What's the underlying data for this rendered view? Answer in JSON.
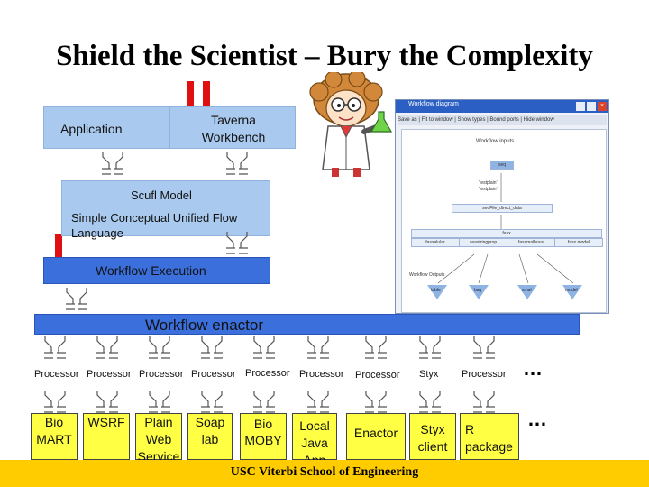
{
  "title": "Shield the Scientist – Bury the Complexity",
  "top_boxes": {
    "application": "Application",
    "taverna_line1": "Taverna",
    "taverna_line2": "Workbench"
  },
  "scufl": {
    "title": "Scufl Model",
    "line1": "Simple Conceptual Unified Flow",
    "line2": "Language"
  },
  "workflow_execution": "Workflow Execution",
  "workflow_enactor": "Workflow enactor",
  "processors": [
    "Processor",
    "Processor",
    "Processor",
    "Processor",
    "Processor",
    "Processor",
    "Processor",
    "Styx",
    "Processor"
  ],
  "services": [
    {
      "line1": "Bio",
      "line2": "MART",
      "line3": ""
    },
    {
      "line1": "WSRF",
      "line2": "",
      "line3": ""
    },
    {
      "line1": "Plain",
      "line2": "Web",
      "line3": "Service"
    },
    {
      "line1": "Soap",
      "line2": "lab",
      "line3": ""
    },
    {
      "line1": "Bio",
      "line2": "MOBY",
      "line3": ""
    },
    {
      "line1": "Local",
      "line2": "Java",
      "line3": "App"
    },
    {
      "line1": "Enactor",
      "line2": "",
      "line3": ""
    },
    {
      "line1": "Styx",
      "line2": "client",
      "line3": ""
    },
    {
      "line1": "R",
      "line2": "package",
      "line3": ""
    }
  ],
  "ellipsis": "…",
  "footer": "USC Viterbi School of Engineering",
  "screenshot": {
    "window_title": "Workflow diagram",
    "toolbar": "Save as | Fit to window | Show types | Bound ports | Hide window",
    "workflow_inputs": "Workflow inputs",
    "seq": "seq",
    "test_label_1": "'testplain'",
    "test_label_2": "'testplain'",
    "direct_data": "seqFile_direct_data",
    "fasx": "fasx",
    "fasx_cols": [
      "fasxalular",
      "seastringprop",
      "fasxmalhous",
      "fasx model"
    ],
    "workflow_outputs": "Workflow Outputs",
    "outputs": [
      "table",
      "bag",
      "smal",
      "model"
    ]
  },
  "colors": {
    "light_box": "#a9c9ee",
    "execution_bar": "#3b6fdc",
    "yellow_box": "#ffff44",
    "red_bar": "#e01010",
    "footer_band": "#ffcc00"
  }
}
